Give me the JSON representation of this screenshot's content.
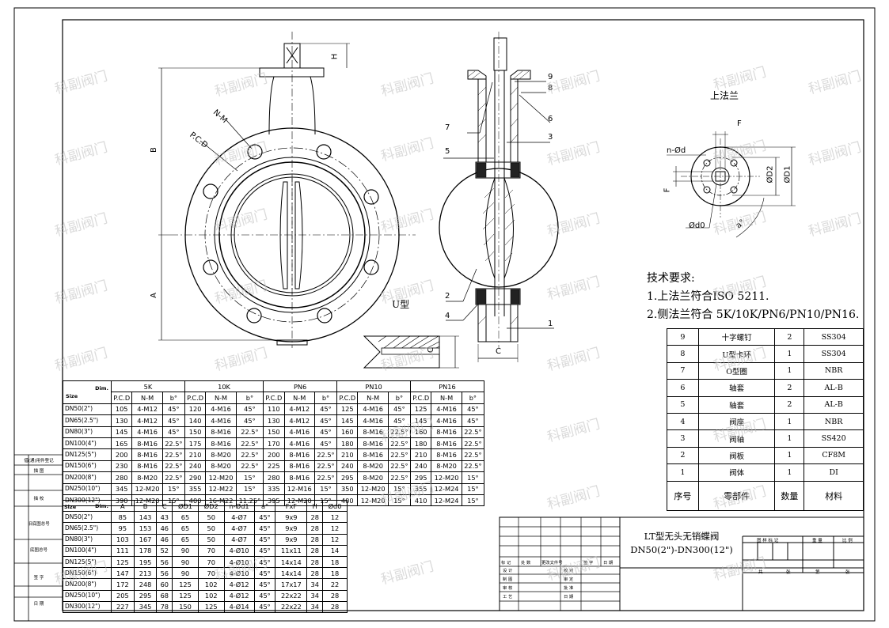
{
  "watermark": "科副阀门",
  "drawing": {
    "top_flange_label": "上法兰",
    "u_label": "U型",
    "front_labels": {
      "nm": "N-M",
      "pcd": "P.C.D",
      "a": "A",
      "b": "B",
      "h": "H",
      "c": "C"
    },
    "section_labels": {
      "c": "C",
      "1": "1",
      "2": "2",
      "3": "3",
      "4": "4",
      "5": "5",
      "6": "6",
      "7": "7",
      "8": "8",
      "9": "9"
    },
    "flange_labels": {
      "f1": "F",
      "f2": "F",
      "nd": "n-Ød",
      "d0": "Ød0",
      "a": "a°",
      "d1": "ØD1",
      "d2": "ØD2"
    }
  },
  "tech": {
    "title": "技术要求:",
    "line1": "1.上法兰符合ISO 5211.",
    "line2": "2.侧法兰符合 5K/10K/PN6/PN10/PN16."
  },
  "dim_table": {
    "corner_top": "Dim.",
    "corner_bottom": "Size",
    "groups": [
      "5K",
      "10K",
      "PN6",
      "PN10",
      "PN16"
    ],
    "subs": [
      "P.C.D",
      "N-M",
      "b°"
    ],
    "rows": [
      [
        "DN50(2\")",
        "105",
        "4-M12",
        "45°",
        "120",
        "4-M16",
        "45°",
        "110",
        "4-M12",
        "45°",
        "125",
        "4-M16",
        "45°",
        "125",
        "4-M16",
        "45°"
      ],
      [
        "DN65(2.5\")",
        "130",
        "4-M12",
        "45°",
        "140",
        "4-M16",
        "45°",
        "130",
        "4-M12",
        "45°",
        "145",
        "4-M16",
        "45°",
        "145",
        "4-M16",
        "45°"
      ],
      [
        "DN80(3\")",
        "145",
        "4-M16",
        "45°",
        "150",
        "8-M16",
        "22.5°",
        "150",
        "4-M16",
        "45°",
        "160",
        "8-M16",
        "22.5°",
        "160",
        "8-M16",
        "22.5°"
      ],
      [
        "DN100(4\")",
        "165",
        "8-M16",
        "22.5°",
        "175",
        "8-M16",
        "22.5°",
        "170",
        "4-M16",
        "45°",
        "180",
        "8-M16",
        "22.5°",
        "180",
        "8-M16",
        "22.5°"
      ],
      [
        "DN125(5\")",
        "200",
        "8-M16",
        "22.5°",
        "210",
        "8-M20",
        "22.5°",
        "200",
        "8-M16",
        "22.5°",
        "210",
        "8-M16",
        "22.5°",
        "210",
        "8-M16",
        "22.5°"
      ],
      [
        "DN150(6\")",
        "230",
        "8-M16",
        "22.5°",
        "240",
        "8-M20",
        "22.5°",
        "225",
        "8-M16",
        "22.5°",
        "240",
        "8-M20",
        "22.5°",
        "240",
        "8-M20",
        "22.5°"
      ],
      [
        "DN200(8\")",
        "280",
        "8-M20",
        "22.5°",
        "290",
        "12-M20",
        "15°",
        "280",
        "8-M16",
        "22.5°",
        "295",
        "8-M20",
        "22.5°",
        "295",
        "12-M20",
        "15°"
      ],
      [
        "DN250(10\")",
        "345",
        "12-M20",
        "15°",
        "355",
        "12-M22",
        "15°",
        "335",
        "12-M16",
        "15°",
        "350",
        "12-M20",
        "15°",
        "355",
        "12-M24",
        "15°"
      ],
      [
        "DN300(12\")",
        "390",
        "12-M20",
        "15°",
        "400",
        "16-M22",
        "11.25°",
        "395",
        "12-M20",
        "15°",
        "400",
        "12-M20",
        "15°",
        "410",
        "12-M24",
        "15°"
      ]
    ]
  },
  "size_table": {
    "corner_top": "Dim.",
    "corner_bottom": "Size",
    "headers": [
      "A",
      "B",
      "C",
      "ØD1",
      "ØD2",
      "n-Ød1",
      "a°",
      "FxF",
      "H",
      "Ød0"
    ],
    "rows": [
      [
        "DN50(2\")",
        "85",
        "143",
        "43",
        "65",
        "50",
        "4-Ø7",
        "45°",
        "9x9",
        "28",
        "12"
      ],
      [
        "DN65(2.5\")",
        "95",
        "153",
        "46",
        "65",
        "50",
        "4-Ø7",
        "45°",
        "9x9",
        "28",
        "12"
      ],
      [
        "DN80(3\")",
        "103",
        "167",
        "46",
        "65",
        "50",
        "4-Ø7",
        "45°",
        "9x9",
        "28",
        "12"
      ],
      [
        "DN100(4\")",
        "111",
        "178",
        "52",
        "90",
        "70",
        "4-Ø10",
        "45°",
        "11x11",
        "28",
        "14"
      ],
      [
        "DN125(5\")",
        "125",
        "195",
        "56",
        "90",
        "70",
        "4-Ø10",
        "45°",
        "14x14",
        "28",
        "18"
      ],
      [
        "DN150(6\")",
        "147",
        "213",
        "56",
        "90",
        "70",
        "4-Ø10",
        "45°",
        "14x14",
        "28",
        "18"
      ],
      [
        "DN200(8\")",
        "172",
        "248",
        "60",
        "125",
        "102",
        "4-Ø12",
        "45°",
        "17x17",
        "34",
        "22"
      ],
      [
        "DN250(10\")",
        "205",
        "295",
        "68",
        "125",
        "102",
        "4-Ø12",
        "45°",
        "22x22",
        "34",
        "28"
      ],
      [
        "DN300(12\")",
        "227",
        "345",
        "78",
        "150",
        "125",
        "4-Ø14",
        "45°",
        "22x22",
        "34",
        "28"
      ]
    ]
  },
  "parts": {
    "rows": [
      [
        "9",
        "十字螺钉",
        "2",
        "SS304"
      ],
      [
        "8",
        "U型卡环",
        "1",
        "SS304"
      ],
      [
        "7",
        "O型圈",
        "1",
        "NBR"
      ],
      [
        "6",
        "轴套",
        "2",
        "AL-B"
      ],
      [
        "5",
        "轴套",
        "2",
        "AL-B"
      ],
      [
        "4",
        "阀座",
        "1",
        "NBR"
      ],
      [
        "3",
        "阀轴",
        "1",
        "SS420"
      ],
      [
        "2",
        "阀板",
        "1",
        "CF8M"
      ],
      [
        "1",
        "阀体",
        "1",
        "DI"
      ]
    ],
    "header": [
      "序号",
      "零部件",
      "数量",
      "材料"
    ]
  },
  "title_block": {
    "name_line1": "LT型无头无销蝶阀",
    "name_line2": "DN50(2\")-DN300(12\")",
    "rev_headers": [
      "标 记",
      "处 数",
      "更改文件号",
      "签 字",
      "日 期"
    ],
    "sign_rows": [
      [
        "设 计",
        "校 对"
      ],
      [
        "制 图",
        "审 定"
      ],
      [
        "审 核",
        "批 准"
      ],
      [
        "工 艺",
        "日 期"
      ]
    ],
    "right_headers": [
      "图 样 标 记",
      "重 量",
      "比 例"
    ],
    "sheet": [
      "共",
      "张",
      "第",
      "张"
    ]
  },
  "side_labels": [
    "借(通)用件登记",
    "描 图",
    "描 校",
    "旧底图总号",
    "底图总号",
    "签 字",
    "日 期"
  ]
}
